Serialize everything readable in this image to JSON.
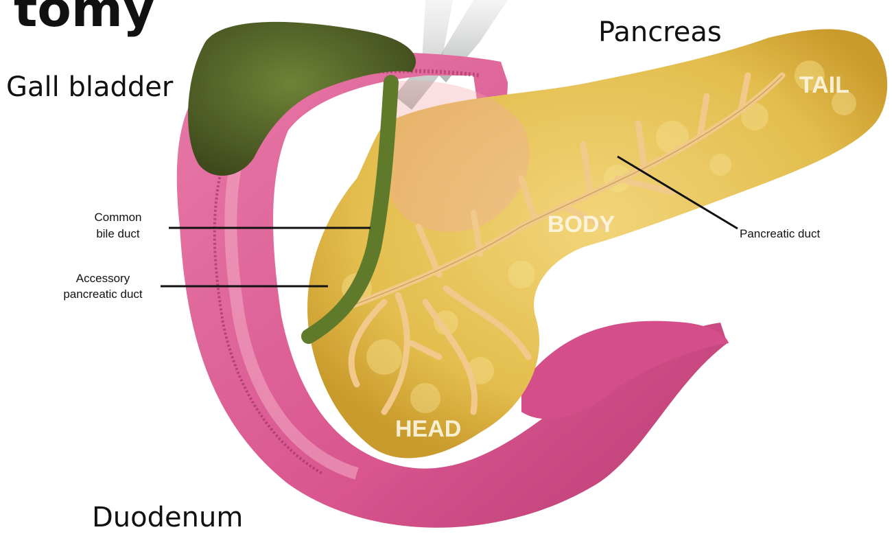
{
  "diagram": {
    "title_fragment": "tomy",
    "labels": {
      "pancreas": "Pancreas",
      "gall_bladder": "Gall bladder",
      "duodenum": "Duodenum",
      "common_bile_duct_line1": "Common",
      "common_bile_duct_line2": "bile duct",
      "accessory_duct_line1": "Accessory",
      "accessory_duct_line2": "pancreatic duct",
      "pancreatic_duct": "Pancreatic duct"
    },
    "regions": {
      "head": "HEAD",
      "body": "BODY",
      "tail": "TAIL"
    }
  },
  "colors": {
    "pancreas": "#e3bd4d",
    "pancreas_shadow": "#c99a2c",
    "duodenum": "#d9568f",
    "duodenum_inner": "#f2a6c2",
    "gall_bladder": "#55652a",
    "bile_duct": "#5f7a2a",
    "duct_branches": "#f1c98a"
  }
}
